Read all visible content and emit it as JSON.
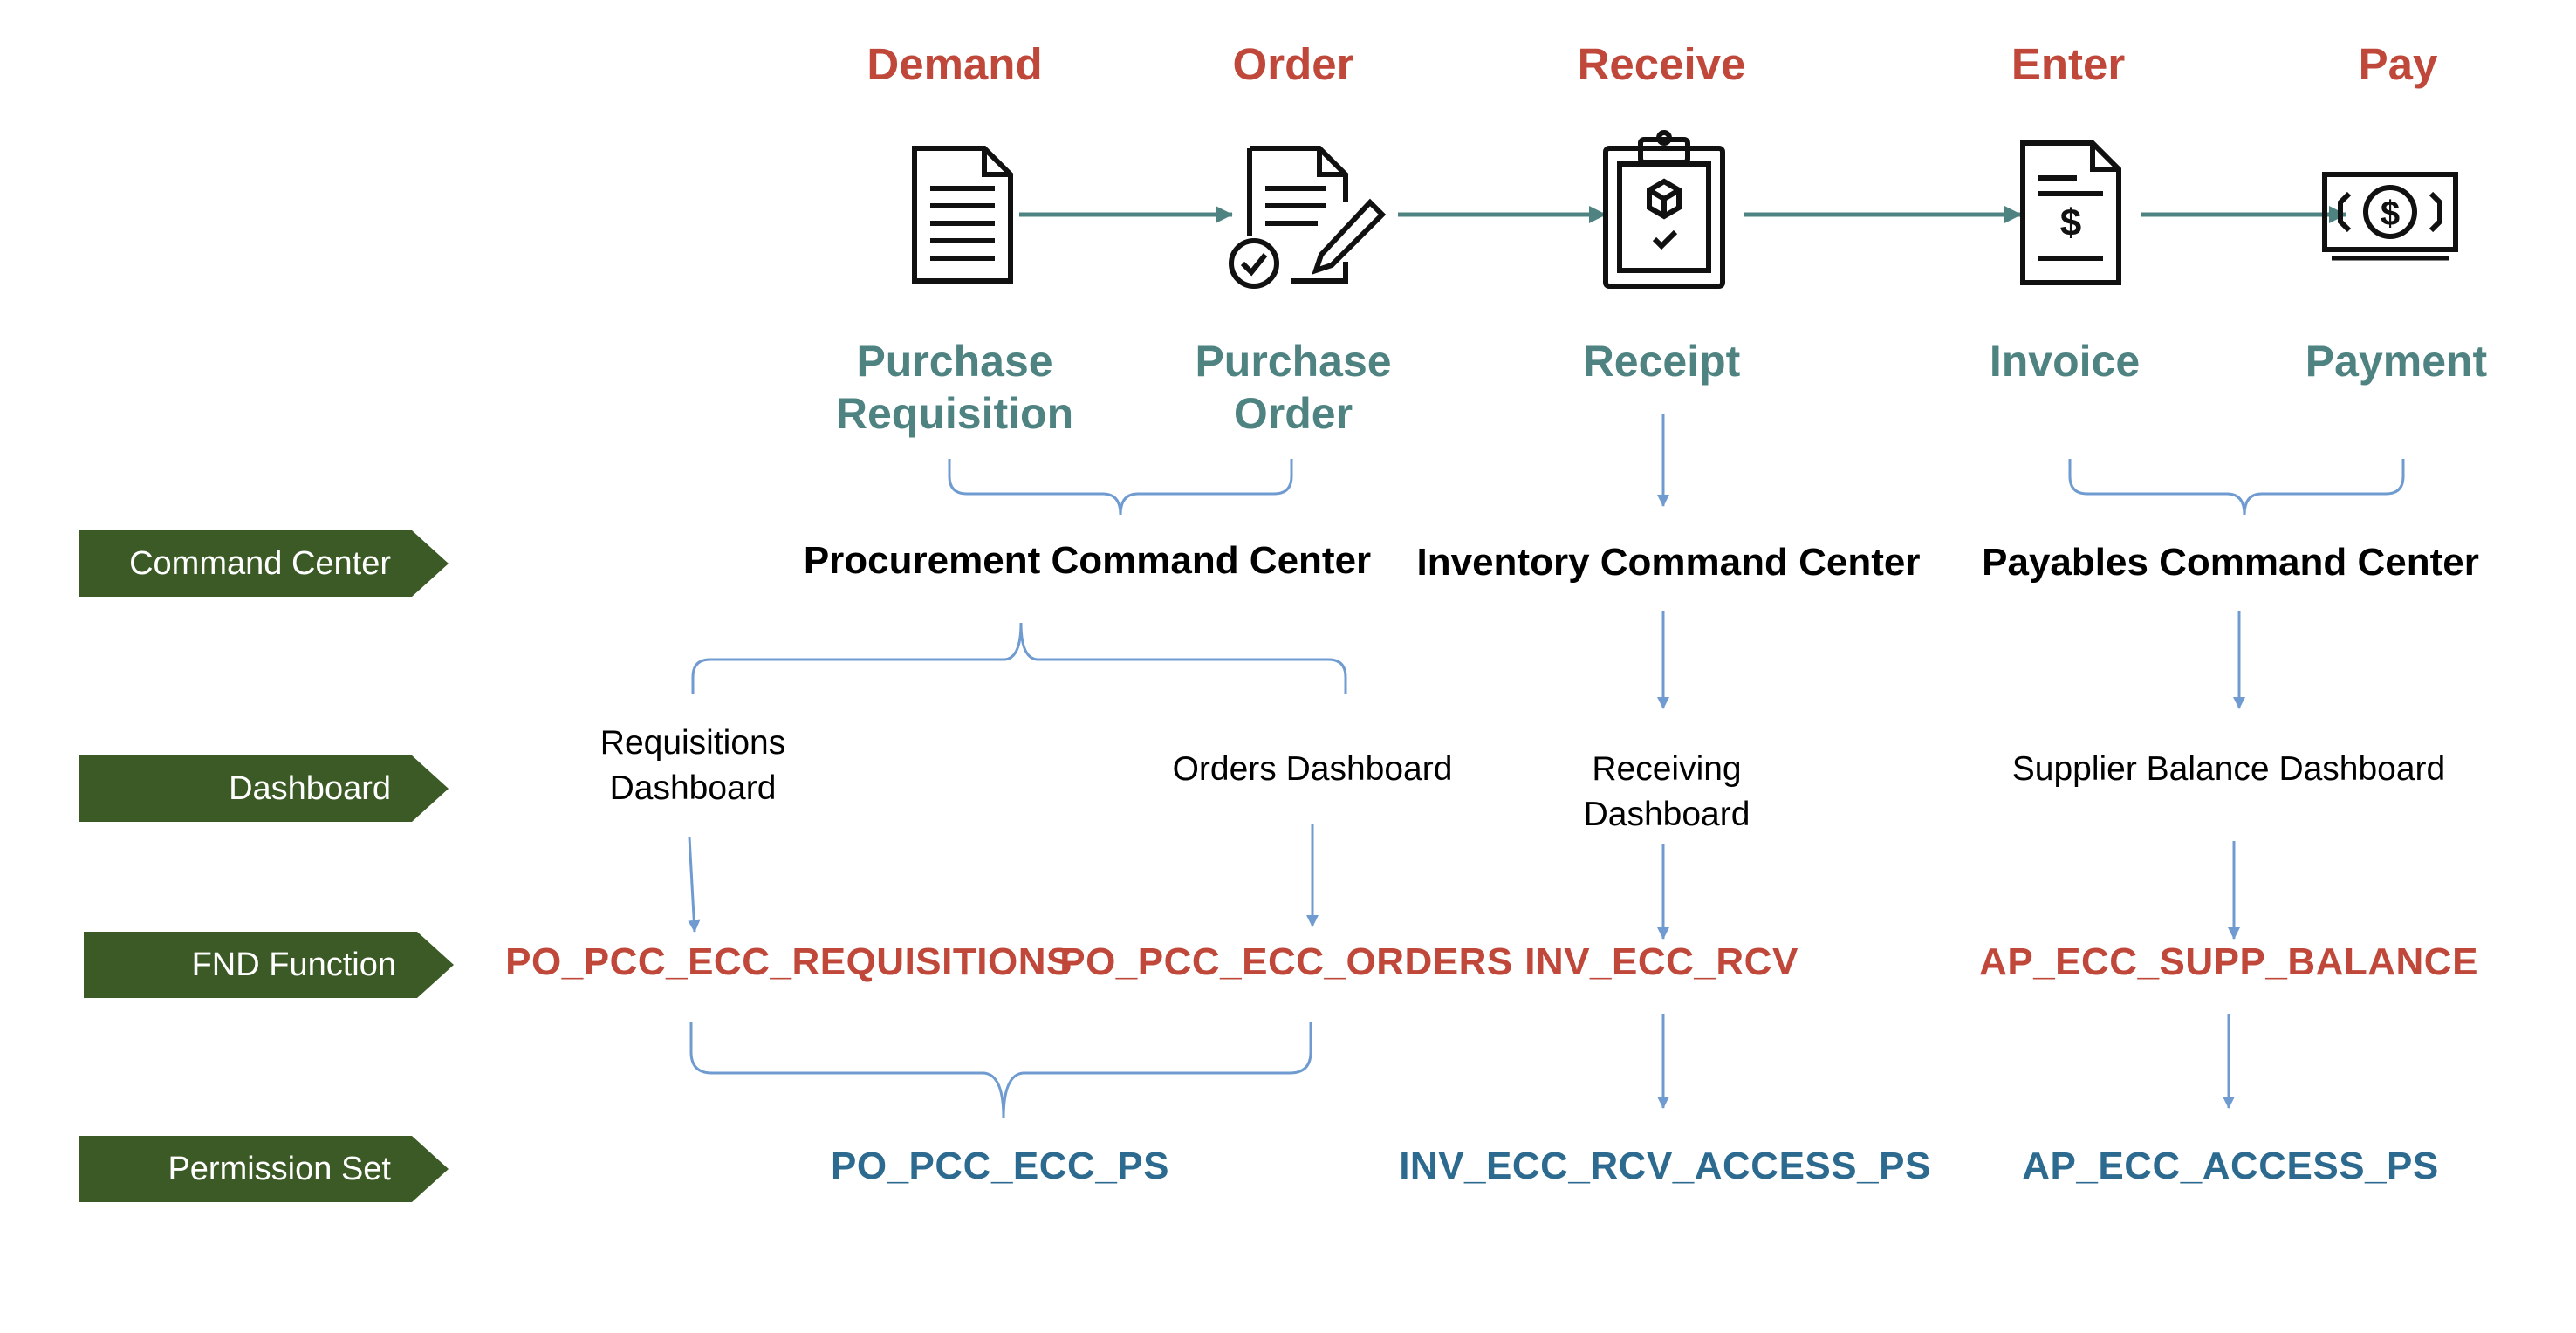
{
  "stages": [
    {
      "label": "Demand",
      "icon": "document-icon",
      "doc": [
        "Purchase",
        "Requisition"
      ]
    },
    {
      "label": "Order",
      "icon": "signed-document-icon",
      "doc": [
        "Purchase",
        "Order"
      ]
    },
    {
      "label": "Receive",
      "icon": "clipboard-box-icon",
      "doc": [
        "Receipt"
      ]
    },
    {
      "label": "Enter",
      "icon": "invoice-dollar-icon",
      "doc": [
        "Invoice"
      ]
    },
    {
      "label": "Pay",
      "icon": "banknote-icon",
      "doc": [
        "Payment"
      ]
    }
  ],
  "row_labels": {
    "command_center": "Command Center",
    "dashboard": "Dashboard",
    "fnd_function": "FND Function",
    "permission_set": "Permission Set"
  },
  "command_centers": {
    "procurement": "Procurement Command Center",
    "inventory": "Inventory Command Center",
    "payables": "Payables Command Center"
  },
  "dashboards": {
    "requisitions": [
      "Requisitions",
      "Dashboard"
    ],
    "orders": "Orders Dashboard",
    "receiving": [
      "Receiving",
      "Dashboard"
    ],
    "supplier_balance": "Supplier Balance Dashboard"
  },
  "fnd_functions": {
    "requisitions": "PO_PCC_ECC_REQUISITIONS",
    "orders": "PO_PCC_ECC_ORDERS",
    "receiving": "INV_ECC_RCV",
    "supplier_balance": "AP_ECC_SUPP_BALANCE"
  },
  "permission_sets": {
    "procurement": "PO_PCC_ECC_PS",
    "inventory": "INV_ECC_RCV_ACCESS_PS",
    "payables": "AP_ECC_ACCESS_PS"
  },
  "colors": {
    "stage": "#c0483a",
    "document": "#4e8381",
    "tag": "#3b5a25",
    "fnd": "#c0483a",
    "permission_set": "#2d6a8f",
    "flow_arrow": "#4e8381",
    "connector": "#6f9bd1"
  }
}
